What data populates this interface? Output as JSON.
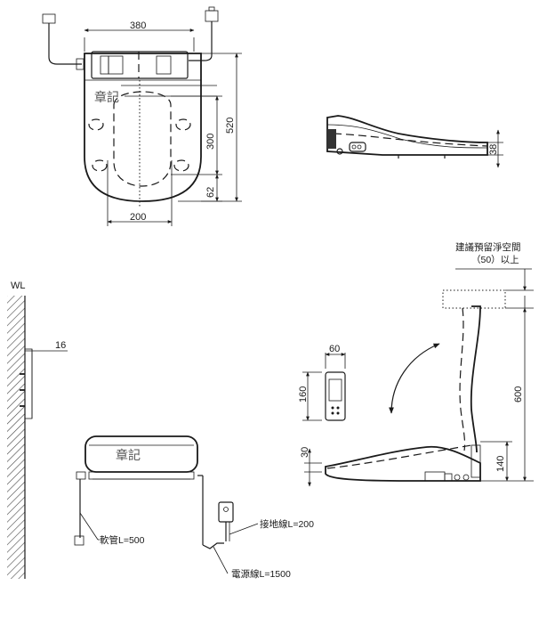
{
  "top_view": {
    "width_label": "380",
    "depth_label": "520",
    "hole_span_label": "300",
    "front_offset_label": "62",
    "bottom_width_label": "200",
    "brand_text": "章記"
  },
  "side_view_top": {
    "height_label": "38"
  },
  "wall": {
    "wl_label": "WL",
    "bracket_label": "16"
  },
  "front_view": {
    "brand_text": "章記",
    "hose_label": "軟管L=500",
    "ground_wire_label": "接地線L=200",
    "power_cord_label": "電源線L=1500"
  },
  "remote": {
    "width_label": "60",
    "height_label": "160"
  },
  "side_view_open": {
    "clearance_label_line1": "建議預留淨空間",
    "clearance_label_line2": "（50）以上",
    "open_height_label": "600",
    "closed_height_label": "140",
    "seat_thickness_label": "30"
  }
}
